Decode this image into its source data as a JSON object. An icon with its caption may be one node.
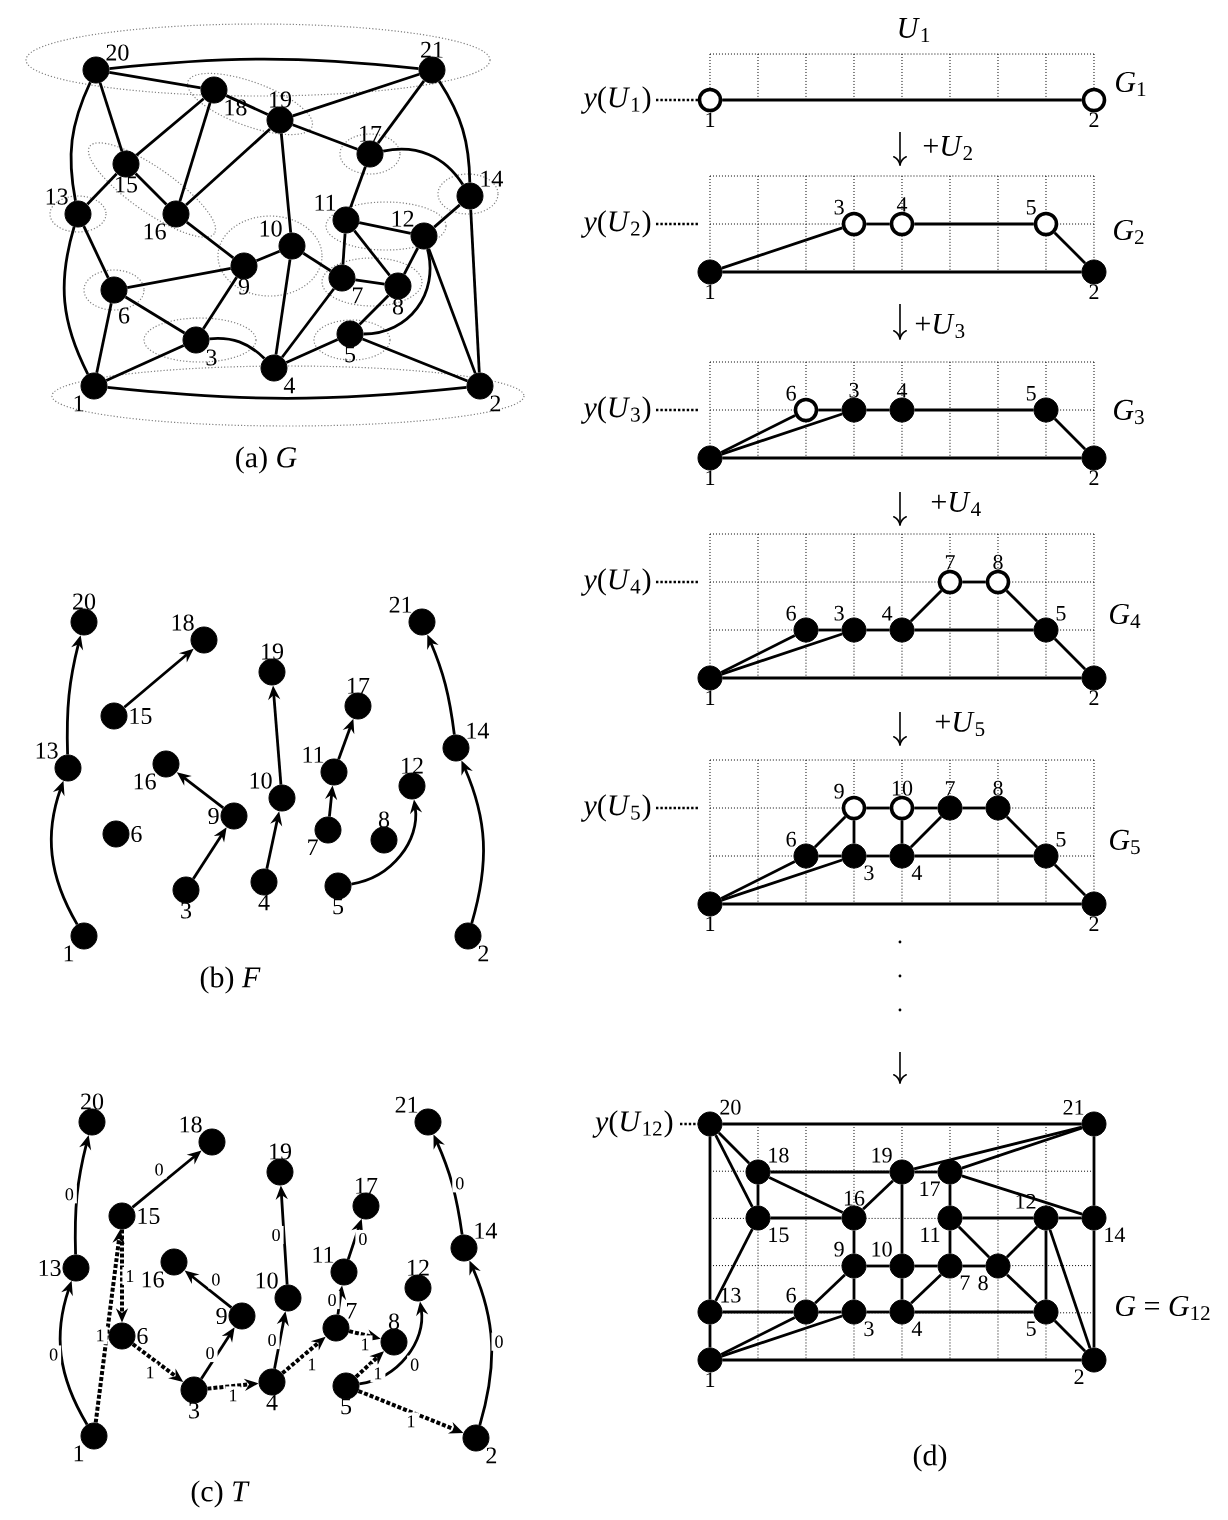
{
  "diagram": {
    "nodes": [
      {
        "text": [],
        "shape": "dot",
        "beside": [
          "1"
        ]
      },
      {
        "text": [],
        "shape": "dot",
        "beside": [
          "2"
        ]
      },
      {
        "text": [],
        "shape": "dot",
        "beside": [
          "3"
        ]
      },
      {
        "text": [],
        "shape": "dot",
        "beside": [
          "4"
        ]
      },
      {
        "text": [],
        "shape": "dot",
        "beside": [
          "5"
        ]
      },
      {
        "text": [],
        "shape": "dot",
        "beside": [
          "6"
        ]
      },
      {
        "text": [],
        "shape": "dot",
        "beside": [
          "7"
        ]
      },
      {
        "text": [],
        "shape": "dot",
        "beside": [
          "8"
        ]
      },
      {
        "text": [],
        "shape": "dot",
        "beside": [
          "9"
        ]
      },
      {
        "text": [],
        "shape": "dot",
        "beside": [
          "10"
        ]
      },
      {
        "text": [],
        "shape": "dot",
        "beside": [
          "11"
        ]
      },
      {
        "text": [],
        "shape": "dot",
        "beside": [
          "12"
        ]
      },
      {
        "text": [],
        "shape": "dot",
        "beside": [
          "13"
        ]
      },
      {
        "text": [],
        "shape": "dot",
        "beside": [
          "14"
        ]
      },
      {
        "text": [],
        "shape": "dot",
        "beside": [
          "15"
        ]
      },
      {
        "text": [],
        "shape": "dot",
        "beside": [
          "16"
        ]
      },
      {
        "text": [],
        "shape": "dot",
        "beside": [
          "17"
        ]
      },
      {
        "text": [],
        "shape": "dot",
        "beside": [
          "18"
        ]
      },
      {
        "text": [],
        "shape": "dot",
        "beside": [
          "19"
        ]
      },
      {
        "text": [],
        "shape": "dot",
        "beside": [
          "20"
        ]
      },
      {
        "text": [],
        "shape": "dot",
        "beside": [
          "21"
        ]
      },
      {
        "text": [],
        "shape": "dot",
        "beside": [
          "1"
        ]
      },
      {
        "text": [],
        "shape": "dot",
        "beside": [
          "2"
        ]
      },
      {
        "text": [],
        "shape": "dot",
        "beside": [
          "3"
        ]
      },
      {
        "text": [],
        "shape": "dot",
        "beside": [
          "4"
        ]
      },
      {
        "text": [],
        "shape": "dot",
        "beside": [
          "5"
        ]
      },
      {
        "text": [],
        "shape": "dot",
        "beside": [
          "6"
        ]
      },
      {
        "text": [],
        "shape": "dot",
        "beside": [
          "7"
        ]
      },
      {
        "text": [],
        "shape": "dot",
        "beside": [
          "8"
        ]
      },
      {
        "text": [],
        "shape": "dot",
        "beside": [
          "9"
        ]
      },
      {
        "text": [],
        "shape": "dot",
        "beside": [
          "10"
        ]
      },
      {
        "text": [],
        "shape": "dot",
        "beside": [
          "11"
        ]
      },
      {
        "text": [],
        "shape": "dot",
        "beside": [
          "12"
        ]
      },
      {
        "text": [],
        "shape": "dot",
        "beside": [
          "13"
        ]
      },
      {
        "text": [],
        "shape": "dot",
        "beside": [
          "14"
        ]
      },
      {
        "text": [],
        "shape": "dot",
        "beside": [
          "15"
        ]
      },
      {
        "text": [],
        "shape": "dot",
        "beside": [
          "16"
        ]
      },
      {
        "text": [],
        "shape": "dot",
        "beside": [
          "17"
        ]
      },
      {
        "text": [],
        "shape": "dot",
        "beside": [
          "18"
        ]
      },
      {
        "text": [],
        "shape": "dot",
        "beside": [
          "19"
        ]
      },
      {
        "text": [],
        "shape": "dot",
        "beside": [
          "20"
        ]
      },
      {
        "text": [],
        "shape": "dot",
        "beside": [
          "21"
        ]
      },
      {
        "text": [],
        "shape": "dot",
        "beside": [
          "1"
        ]
      },
      {
        "text": [],
        "shape": "dot",
        "beside": [
          "2"
        ]
      },
      {
        "text": [],
        "shape": "dot",
        "beside": [
          "3"
        ]
      },
      {
        "text": [],
        "shape": "dot",
        "beside": [
          "4"
        ]
      },
      {
        "text": [],
        "shape": "dot",
        "beside": [
          "5"
        ]
      },
      {
        "text": [],
        "shape": "dot",
        "beside": [
          "6"
        ]
      },
      {
        "text": [],
        "shape": "dot",
        "beside": [
          "7"
        ]
      },
      {
        "text": [],
        "shape": "dot",
        "beside": [
          "8"
        ]
      },
      {
        "text": [],
        "shape": "dot",
        "beside": [
          "9"
        ]
      },
      {
        "text": [],
        "shape": "dot",
        "beside": [
          "10"
        ]
      },
      {
        "text": [],
        "shape": "dot",
        "beside": [
          "11"
        ]
      },
      {
        "text": [],
        "shape": "dot",
        "beside": [
          "12"
        ]
      },
      {
        "text": [],
        "shape": "dot",
        "beside": [
          "13"
        ]
      },
      {
        "text": [],
        "shape": "dot",
        "beside": [
          "14"
        ]
      },
      {
        "text": [],
        "shape": "dot",
        "beside": [
          "15"
        ]
      },
      {
        "text": [],
        "shape": "dot",
        "beside": [
          "16"
        ]
      },
      {
        "text": [],
        "shape": "dot",
        "beside": [
          "17"
        ]
      },
      {
        "text": [],
        "shape": "dot",
        "beside": [
          "18"
        ]
      },
      {
        "text": [],
        "shape": "dot",
        "beside": [
          "19"
        ]
      },
      {
        "text": [],
        "shape": "dot",
        "beside": [
          "20"
        ]
      },
      {
        "text": [],
        "shape": "dot",
        "beside": [
          "21"
        ]
      },
      {
        "text": [],
        "shape": "circle",
        "beside": [
          "1"
        ]
      },
      {
        "text": [],
        "shape": "circle",
        "beside": [
          "2"
        ]
      },
      {
        "text": [],
        "shape": "dot",
        "beside": [
          "1"
        ]
      },
      {
        "text": [],
        "shape": "dot",
        "beside": [
          "2"
        ]
      },
      {
        "text": [],
        "shape": "circle",
        "beside": [
          "3"
        ]
      },
      {
        "text": [],
        "shape": "circle",
        "beside": [
          "4"
        ]
      },
      {
        "text": [],
        "shape": "circle",
        "beside": [
          "5"
        ]
      },
      {
        "text": [],
        "shape": "dot",
        "beside": [
          "1"
        ]
      },
      {
        "text": [],
        "shape": "dot",
        "beside": [
          "2"
        ]
      },
      {
        "text": [],
        "shape": "dot",
        "beside": [
          "3"
        ]
      },
      {
        "text": [],
        "shape": "dot",
        "beside": [
          "4"
        ]
      },
      {
        "text": [],
        "shape": "dot",
        "beside": [
          "5"
        ]
      },
      {
        "text": [],
        "shape": "circle",
        "beside": [
          "6"
        ]
      },
      {
        "text": [],
        "shape": "dot",
        "beside": [
          "1"
        ]
      },
      {
        "text": [],
        "shape": "dot",
        "beside": [
          "2"
        ]
      },
      {
        "text": [],
        "shape": "dot",
        "beside": [
          "3"
        ]
      },
      {
        "text": [],
        "shape": "dot",
        "beside": [
          "4"
        ]
      },
      {
        "text": [],
        "shape": "dot",
        "beside": [
          "5"
        ]
      },
      {
        "text": [],
        "shape": "dot",
        "beside": [
          "6"
        ]
      },
      {
        "text": [],
        "shape": "circle",
        "beside": [
          "7"
        ]
      },
      {
        "text": [],
        "shape": "circle",
        "beside": [
          "8"
        ]
      },
      {
        "text": [],
        "shape": "dot",
        "beside": [
          "1"
        ]
      },
      {
        "text": [],
        "shape": "dot",
        "beside": [
          "2"
        ]
      },
      {
        "text": [],
        "shape": "dot",
        "beside": [
          "3"
        ]
      },
      {
        "text": [],
        "shape": "dot",
        "beside": [
          "4"
        ]
      },
      {
        "text": [],
        "shape": "dot",
        "beside": [
          "5"
        ]
      },
      {
        "text": [],
        "shape": "dot",
        "beside": [
          "6"
        ]
      },
      {
        "text": [],
        "shape": "dot",
        "beside": [
          "7"
        ]
      },
      {
        "text": [],
        "shape": "dot",
        "beside": [
          "8"
        ]
      },
      {
        "text": [],
        "shape": "circle",
        "beside": [
          "9"
        ]
      },
      {
        "text": [],
        "shape": "circle",
        "beside": [
          "10"
        ]
      },
      {
        "text": [],
        "shape": "dot",
        "beside": [
          "1"
        ]
      },
      {
        "text": [],
        "shape": "dot",
        "beside": [
          "2"
        ]
      },
      {
        "text": [],
        "shape": "dot",
        "beside": [
          "3"
        ]
      },
      {
        "text": [],
        "shape": "dot",
        "beside": [
          "4"
        ]
      },
      {
        "text": [],
        "shape": "dot",
        "beside": [
          "5"
        ]
      },
      {
        "text": [],
        "shape": "dot",
        "beside": [
          "6"
        ]
      },
      {
        "text": [],
        "shape": "dot",
        "beside": [
          "7"
        ]
      },
      {
        "text": [],
        "shape": "dot",
        "beside": [
          "8"
        ]
      },
      {
        "text": [],
        "shape": "dot",
        "beside": [
          "9"
        ]
      },
      {
        "text": [],
        "shape": "dot",
        "beside": [
          "10"
        ]
      },
      {
        "text": [],
        "shape": "dot",
        "beside": [
          "11"
        ]
      },
      {
        "text": [],
        "shape": "dot",
        "beside": [
          "12"
        ]
      },
      {
        "text": [],
        "shape": "dot",
        "beside": [
          "13"
        ]
      },
      {
        "text": [],
        "shape": "dot",
        "beside": [
          "14"
        ]
      },
      {
        "text": [],
        "shape": "dot",
        "beside": [
          "15"
        ]
      },
      {
        "text": [],
        "shape": "dot",
        "beside": [
          "16"
        ]
      },
      {
        "text": [],
        "shape": "dot",
        "beside": [
          "17"
        ]
      },
      {
        "text": [],
        "shape": "dot",
        "beside": [
          "18"
        ]
      },
      {
        "text": [],
        "shape": "dot",
        "beside": [
          "19"
        ]
      },
      {
        "text": [],
        "shape": "dot",
        "beside": [
          "20"
        ]
      },
      {
        "text": [],
        "shape": "dot",
        "beside": [
          "21"
        ]
      }
    ],
    "edges": [
      {
        "from": 19,
        "to": 20,
        "arrow": "none"
      },
      {
        "from": 19,
        "to": 17,
        "arrow": "none"
      },
      {
        "from": 19,
        "to": 14,
        "arrow": "none"
      },
      {
        "from": 19,
        "to": 12,
        "arrow": "none"
      },
      {
        "from": 20,
        "to": 18,
        "arrow": "none"
      },
      {
        "from": 20,
        "to": 16,
        "arrow": "none"
      },
      {
        "from": 20,
        "to": 13,
        "arrow": "none"
      },
      {
        "from": 17,
        "to": 18,
        "arrow": "none"
      },
      {
        "from": 17,
        "to": 14,
        "arrow": "none"
      },
      {
        "from": 17,
        "to": 15,
        "arrow": "none"
      },
      {
        "from": 18,
        "to": 15,
        "arrow": "none"
      },
      {
        "from": 18,
        "to": 9,
        "arrow": "none"
      },
      {
        "from": 18,
        "to": 16,
        "arrow": "none"
      },
      {
        "from": 16,
        "to": 10,
        "arrow": "none"
      },
      {
        "from": 16,
        "to": 13,
        "arrow": "none"
      },
      {
        "from": 13,
        "to": 11,
        "arrow": "none"
      },
      {
        "from": 13,
        "to": 1,
        "arrow": "none"
      },
      {
        "from": 14,
        "to": 12,
        "arrow": "none"
      },
      {
        "from": 14,
        "to": 15,
        "arrow": "none"
      },
      {
        "from": 15,
        "to": 8,
        "arrow": "none"
      },
      {
        "from": 12,
        "to": 5,
        "arrow": "none"
      },
      {
        "from": 12,
        "to": 0,
        "arrow": "none"
      },
      {
        "from": 5,
        "to": 8,
        "arrow": "none"
      },
      {
        "from": 5,
        "to": 2,
        "arrow": "none"
      },
      {
        "from": 5,
        "to": 0,
        "arrow": "none"
      },
      {
        "from": 8,
        "to": 9,
        "arrow": "none"
      },
      {
        "from": 8,
        "to": 2,
        "arrow": "none"
      },
      {
        "from": 9,
        "to": 3,
        "arrow": "none"
      },
      {
        "from": 9,
        "to": 6,
        "arrow": "none"
      },
      {
        "from": 10,
        "to": 6,
        "arrow": "none"
      },
      {
        "from": 10,
        "to": 11,
        "arrow": "none"
      },
      {
        "from": 10,
        "to": 7,
        "arrow": "none"
      },
      {
        "from": 11,
        "to": 7,
        "arrow": "none"
      },
      {
        "from": 11,
        "to": 4,
        "arrow": "none"
      },
      {
        "from": 11,
        "to": 1,
        "arrow": "none"
      },
      {
        "from": 6,
        "to": 3,
        "arrow": "none"
      },
      {
        "from": 6,
        "to": 7,
        "arrow": "none"
      },
      {
        "from": 7,
        "to": 4,
        "arrow": "none"
      },
      {
        "from": 2,
        "to": 0,
        "arrow": "none"
      },
      {
        "from": 2,
        "to": 3,
        "arrow": "none"
      },
      {
        "from": 3,
        "to": 4,
        "arrow": "none"
      },
      {
        "from": 4,
        "to": 1,
        "arrow": "none"
      },
      {
        "from": 0,
        "to": 1,
        "arrow": "none"
      },
      {
        "from": 21,
        "to": 33,
        "arrow": "to"
      },
      {
        "from": 33,
        "to": 40,
        "arrow": "to"
      },
      {
        "from": 35,
        "to": 38,
        "arrow": "to"
      },
      {
        "from": 23,
        "to": 29,
        "arrow": "to"
      },
      {
        "from": 29,
        "to": 36,
        "arrow": "to"
      },
      {
        "from": 24,
        "to": 30,
        "arrow": "to"
      },
      {
        "from": 30,
        "to": 39,
        "arrow": "to"
      },
      {
        "from": 27,
        "to": 31,
        "arrow": "to"
      },
      {
        "from": 31,
        "to": 37,
        "arrow": "to"
      },
      {
        "from": 25,
        "to": 32,
        "arrow": "to"
      },
      {
        "from": 22,
        "to": 34,
        "arrow": "to"
      },
      {
        "from": 34,
        "to": 41,
        "arrow": "to"
      },
      {
        "from": 42,
        "to": 54,
        "arrow": "to",
        "label": "0"
      },
      {
        "from": 54,
        "to": 61,
        "arrow": "to",
        "label": "0"
      },
      {
        "from": 56,
        "to": 59,
        "arrow": "to",
        "label": "0"
      },
      {
        "from": 44,
        "to": 50,
        "arrow": "to",
        "label": "0"
      },
      {
        "from": 50,
        "to": 57,
        "arrow": "to",
        "label": "0"
      },
      {
        "from": 45,
        "to": 51,
        "arrow": "to",
        "label": "0"
      },
      {
        "from": 51,
        "to": 60,
        "arrow": "to",
        "label": "0"
      },
      {
        "from": 48,
        "to": 52,
        "arrow": "to",
        "label": "0"
      },
      {
        "from": 52,
        "to": 58,
        "arrow": "to",
        "label": "0"
      },
      {
        "from": 46,
        "to": 53,
        "arrow": "to",
        "label": "0"
      },
      {
        "from": 43,
        "to": 55,
        "arrow": "to",
        "label": "0"
      },
      {
        "from": 55,
        "to": 62,
        "arrow": "to",
        "label": "0"
      },
      {
        "from": 42,
        "to": 56,
        "arrow": "to",
        "label": "1",
        "style": "dashed"
      },
      {
        "from": 56,
        "to": 47,
        "arrow": "to",
        "label": "1",
        "style": "dashed"
      },
      {
        "from": 47,
        "to": 44,
        "arrow": "to",
        "label": "1",
        "style": "dashed"
      },
      {
        "from": 44,
        "to": 45,
        "arrow": "to",
        "label": "1",
        "style": "dashed"
      },
      {
        "from": 45,
        "to": 48,
        "arrow": "to",
        "label": "1",
        "style": "dashed"
      },
      {
        "from": 48,
        "to": 49,
        "arrow": "to",
        "label": "1",
        "style": "dashed"
      },
      {
        "from": 46,
        "to": 49,
        "arrow": "to",
        "label": "1",
        "style": "dashed"
      },
      {
        "from": 46,
        "to": 43,
        "arrow": "to",
        "label": "1",
        "style": "dashed"
      },
      {
        "from": 63,
        "to": 64,
        "arrow": "none"
      },
      {
        "from": 65,
        "to": 67,
        "arrow": "none"
      },
      {
        "from": 67,
        "to": 68,
        "arrow": "none"
      },
      {
        "from": 68,
        "to": 69,
        "arrow": "none"
      },
      {
        "from": 69,
        "to": 66,
        "arrow": "none"
      },
      {
        "from": 65,
        "to": 66,
        "arrow": "none"
      },
      {
        "from": 70,
        "to": 75,
        "arrow": "none"
      },
      {
        "from": 70,
        "to": 72,
        "arrow": "none"
      },
      {
        "from": 75,
        "to": 72,
        "arrow": "none"
      },
      {
        "from": 72,
        "to": 73,
        "arrow": "none"
      },
      {
        "from": 73,
        "to": 74,
        "arrow": "none"
      },
      {
        "from": 74,
        "to": 71,
        "arrow": "none"
      },
      {
        "from": 70,
        "to": 71,
        "arrow": "none"
      },
      {
        "from": 76,
        "to": 81,
        "arrow": "none"
      },
      {
        "from": 76,
        "to": 78,
        "arrow": "none"
      },
      {
        "from": 81,
        "to": 78,
        "arrow": "none"
      },
      {
        "from": 78,
        "to": 79,
        "arrow": "none"
      },
      {
        "from": 79,
        "to": 80,
        "arrow": "none"
      },
      {
        "from": 80,
        "to": 77,
        "arrow": "none"
      },
      {
        "from": 76,
        "to": 77,
        "arrow": "none"
      },
      {
        "from": 79,
        "to": 82,
        "arrow": "none"
      },
      {
        "from": 82,
        "to": 83,
        "arrow": "none"
      },
      {
        "from": 83,
        "to": 80,
        "arrow": "none"
      },
      {
        "from": 84,
        "to": 89,
        "arrow": "none"
      },
      {
        "from": 84,
        "to": 86,
        "arrow": "none"
      },
      {
        "from": 89,
        "to": 86,
        "arrow": "none"
      },
      {
        "from": 86,
        "to": 87,
        "arrow": "none"
      },
      {
        "from": 87,
        "to": 88,
        "arrow": "none"
      },
      {
        "from": 88,
        "to": 85,
        "arrow": "none"
      },
      {
        "from": 84,
        "to": 85,
        "arrow": "none"
      },
      {
        "from": 87,
        "to": 90,
        "arrow": "none"
      },
      {
        "from": 90,
        "to": 91,
        "arrow": "none"
      },
      {
        "from": 91,
        "to": 88,
        "arrow": "none"
      },
      {
        "from": 89,
        "to": 92,
        "arrow": "none"
      },
      {
        "from": 92,
        "to": 93,
        "arrow": "none"
      },
      {
        "from": 92,
        "to": 86,
        "arrow": "none"
      },
      {
        "from": 93,
        "to": 87,
        "arrow": "none"
      },
      {
        "from": 93,
        "to": 90,
        "arrow": "none"
      },
      {
        "from": 113,
        "to": 114,
        "arrow": "none"
      },
      {
        "from": 113,
        "to": 111,
        "arrow": "none"
      },
      {
        "from": 113,
        "to": 108,
        "arrow": "none"
      },
      {
        "from": 113,
        "to": 106,
        "arrow": "none"
      },
      {
        "from": 114,
        "to": 112,
        "arrow": "none"
      },
      {
        "from": 114,
        "to": 110,
        "arrow": "none"
      },
      {
        "from": 114,
        "to": 107,
        "arrow": "none"
      },
      {
        "from": 111,
        "to": 112,
        "arrow": "none"
      },
      {
        "from": 111,
        "to": 108,
        "arrow": "none"
      },
      {
        "from": 111,
        "to": 109,
        "arrow": "none"
      },
      {
        "from": 112,
        "to": 109,
        "arrow": "none"
      },
      {
        "from": 112,
        "to": 103,
        "arrow": "none"
      },
      {
        "from": 112,
        "to": 110,
        "arrow": "none"
      },
      {
        "from": 110,
        "to": 104,
        "arrow": "none"
      },
      {
        "from": 110,
        "to": 107,
        "arrow": "none"
      },
      {
        "from": 107,
        "to": 105,
        "arrow": "none"
      },
      {
        "from": 107,
        "to": 95,
        "arrow": "none"
      },
      {
        "from": 108,
        "to": 106,
        "arrow": "none"
      },
      {
        "from": 108,
        "to": 109,
        "arrow": "none"
      },
      {
        "from": 109,
        "to": 102,
        "arrow": "none"
      },
      {
        "from": 106,
        "to": 99,
        "arrow": "none"
      },
      {
        "from": 106,
        "to": 94,
        "arrow": "none"
      },
      {
        "from": 99,
        "to": 102,
        "arrow": "none"
      },
      {
        "from": 99,
        "to": 96,
        "arrow": "none"
      },
      {
        "from": 99,
        "to": 94,
        "arrow": "none"
      },
      {
        "from": 102,
        "to": 103,
        "arrow": "none"
      },
      {
        "from": 102,
        "to": 96,
        "arrow": "none"
      },
      {
        "from": 103,
        "to": 97,
        "arrow": "none"
      },
      {
        "from": 103,
        "to": 100,
        "arrow": "none"
      },
      {
        "from": 104,
        "to": 100,
        "arrow": "none"
      },
      {
        "from": 104,
        "to": 105,
        "arrow": "none"
      },
      {
        "from": 104,
        "to": 101,
        "arrow": "none"
      },
      {
        "from": 105,
        "to": 101,
        "arrow": "none"
      },
      {
        "from": 105,
        "to": 98,
        "arrow": "none"
      },
      {
        "from": 105,
        "to": 95,
        "arrow": "none"
      },
      {
        "from": 100,
        "to": 97,
        "arrow": "none"
      },
      {
        "from": 100,
        "to": 101,
        "arrow": "none"
      },
      {
        "from": 101,
        "to": 98,
        "arrow": "none"
      },
      {
        "from": 96,
        "to": 94,
        "arrow": "none"
      },
      {
        "from": 96,
        "to": 97,
        "arrow": "none"
      },
      {
        "from": 97,
        "to": 98,
        "arrow": "none"
      },
      {
        "from": 98,
        "to": 95,
        "arrow": "none"
      },
      {
        "from": 94,
        "to": 95,
        "arrow": "none"
      }
    ],
    "labels": [
      "*U*$_{1}$",
      "*y*(*U*$_{1}$)",
      "*G*$_{1}$",
      "+*U*$_{2}$",
      "*y*(*U*$_{2}$)",
      "*G*$_{2}$",
      "+*U*$_{3}$",
      "*y*(*U*$_{3}$)",
      "*G*$_{3}$",
      "+*U*$_{4}$",
      "*y*(*U*$_{4}$)",
      "*G*$_{4}$",
      "+*U*$_{5}$",
      "*y*(*U*$_{5}$)",
      "*G*$_{5}$",
      "(a) *G*",
      "(b) *F*",
      "(c) *T*",
      "*y*(*U*$_{12}$)",
      "*G* = *G*$_{12}$",
      "(d)"
    ]
  }
}
